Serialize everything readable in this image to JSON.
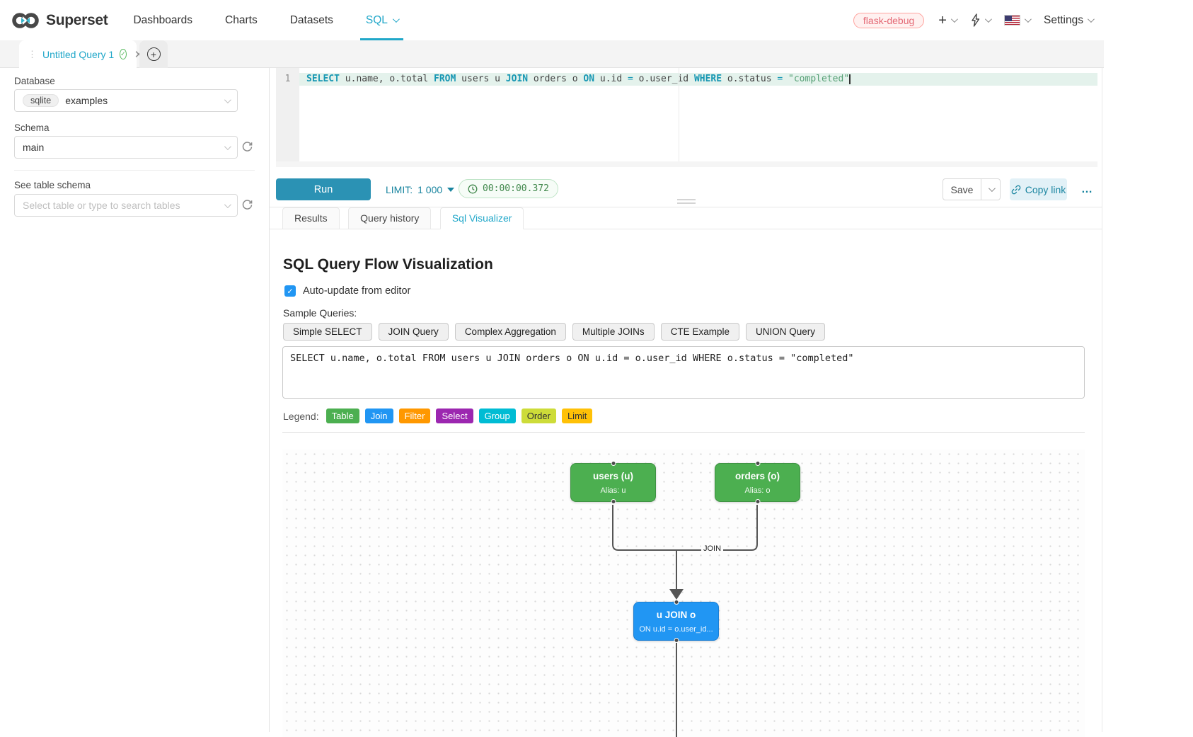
{
  "navbar": {
    "brand": "Superset",
    "items": [
      {
        "label": "Dashboards"
      },
      {
        "label": "Charts"
      },
      {
        "label": "Datasets"
      },
      {
        "label": "SQL",
        "active": true
      }
    ],
    "env_badge": "flask-debug",
    "settings_label": "Settings"
  },
  "tab_strip": {
    "active_tab_title": "Untitled Query 1"
  },
  "sidebar": {
    "database_label": "Database",
    "database_engine": "sqlite",
    "database_value": "examples",
    "schema_label": "Schema",
    "schema_value": "main",
    "table_label": "See table schema",
    "table_placeholder": "Select table or type to search tables"
  },
  "editor": {
    "line_number": "1",
    "tokens": [
      {
        "text": "SELECT",
        "type": "kw"
      },
      {
        "text": " u.name, o.total ",
        "type": "plain"
      },
      {
        "text": "FROM",
        "type": "kw"
      },
      {
        "text": " users u ",
        "type": "plain"
      },
      {
        "text": "JOIN",
        "type": "kw"
      },
      {
        "text": " orders o ",
        "type": "plain"
      },
      {
        "text": "ON",
        "type": "kw"
      },
      {
        "text": " u.id ",
        "type": "plain"
      },
      {
        "text": "=",
        "type": "op"
      },
      {
        "text": " o.user_id ",
        "type": "plain"
      },
      {
        "text": "WHERE",
        "type": "kw"
      },
      {
        "text": " o.status ",
        "type": "plain"
      },
      {
        "text": "=",
        "type": "op"
      },
      {
        "text": " ",
        "type": "plain"
      },
      {
        "text": "\"completed\"",
        "type": "str"
      }
    ]
  },
  "toolbar": {
    "run_label": "Run",
    "limit_label": "LIMIT:",
    "limit_value": "1 000",
    "timer": "00:00:00.372",
    "save_label": "Save",
    "copy_link_label": "Copy link",
    "more_label": "…"
  },
  "south_tabs": [
    {
      "label": "Results"
    },
    {
      "label": "Query history"
    },
    {
      "label": "Sql Visualizer",
      "active": true
    }
  ],
  "visualizer": {
    "title": "SQL Query Flow Visualization",
    "auto_update_label": "Auto-update from editor",
    "auto_update_checked": true,
    "sample_queries_label": "Sample Queries:",
    "sample_buttons": [
      "Simple SELECT",
      "JOIN Query",
      "Complex Aggregation",
      "Multiple JOINs",
      "CTE Example",
      "UNION Query"
    ],
    "query_text": "SELECT u.name, o.total FROM users u JOIN orders o ON u.id = o.user_id WHERE o.status = \"completed\"",
    "legend_label": "Legend:",
    "legend": [
      {
        "label": "Table",
        "color": "#4caf50",
        "text_color": "#ffffff"
      },
      {
        "label": "Join",
        "color": "#2196f3",
        "text_color": "#ffffff"
      },
      {
        "label": "Filter",
        "color": "#ff9800",
        "text_color": "#ffffff"
      },
      {
        "label": "Select",
        "color": "#9c27b0",
        "text_color": "#ffffff"
      },
      {
        "label": "Group",
        "color": "#00bcd4",
        "text_color": "#ffffff"
      },
      {
        "label": "Order",
        "color": "#cddc39",
        "text_color": "#333333"
      },
      {
        "label": "Limit",
        "color": "#ffc107",
        "text_color": "#333333"
      }
    ],
    "flow": {
      "nodes": [
        {
          "id": "users",
          "title": "users (u)",
          "subtitle": "Alias: u",
          "color": "#4caf50"
        },
        {
          "id": "orders",
          "title": "orders (o)",
          "subtitle": "Alias: o",
          "color": "#4caf50"
        },
        {
          "id": "join",
          "title": "u JOIN o",
          "subtitle": "ON u.id = o.user_id...",
          "color": "#2196f3"
        }
      ],
      "edge_label": "JOIN"
    }
  },
  "colors": {
    "accent": "#20a7c9",
    "run_button": "#2b92b4",
    "env_badge_text": "#e46a76"
  }
}
